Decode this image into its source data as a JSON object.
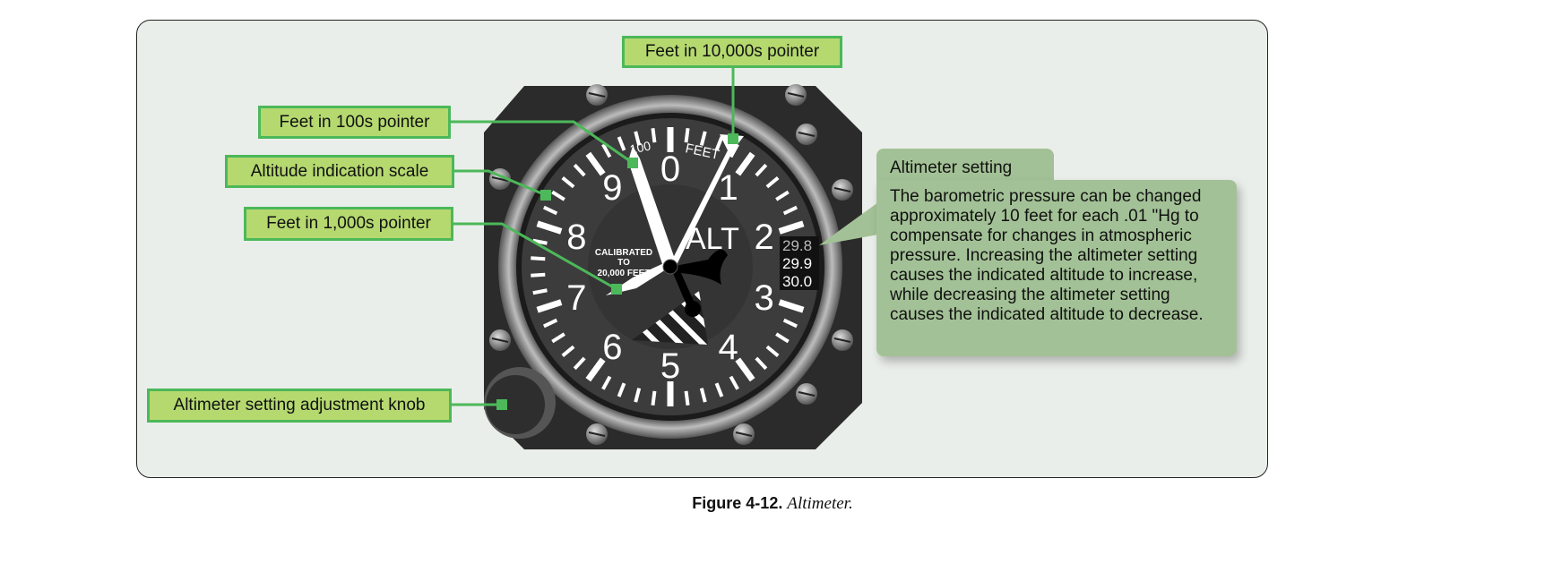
{
  "labels": {
    "ten_thousands": "Feet in 10,000s pointer",
    "hundreds": "Feet in 100s pointer",
    "scale": "Altitude indication scale",
    "thousands": "Feet in 1,000s pointer",
    "knob": "Altimeter setting adjustment knob"
  },
  "dial": {
    "numbers": [
      "0",
      "1",
      "2",
      "3",
      "4",
      "5",
      "6",
      "7",
      "8",
      "9"
    ],
    "unit_100": "100",
    "unit_feet": "FEET",
    "alt": "ALT",
    "calibrated": [
      "CALIBRATED",
      "TO",
      "20,000 FEET"
    ],
    "kollsman": [
      "29.8",
      "29.9",
      "30.0"
    ]
  },
  "callout": {
    "title": "Altimeter setting",
    "body": "The barometric pressure can be changed approximately 10 feet for each .01 \"Hg to compensate for changes in atmospheric pressure. Increasing the altimeter setting causes the indicated altitude to increase, while decreasing the altimeter setting causes the indicated altitude to decrease."
  },
  "caption": {
    "number": "Figure 4-12.",
    "title": "Altimeter."
  }
}
